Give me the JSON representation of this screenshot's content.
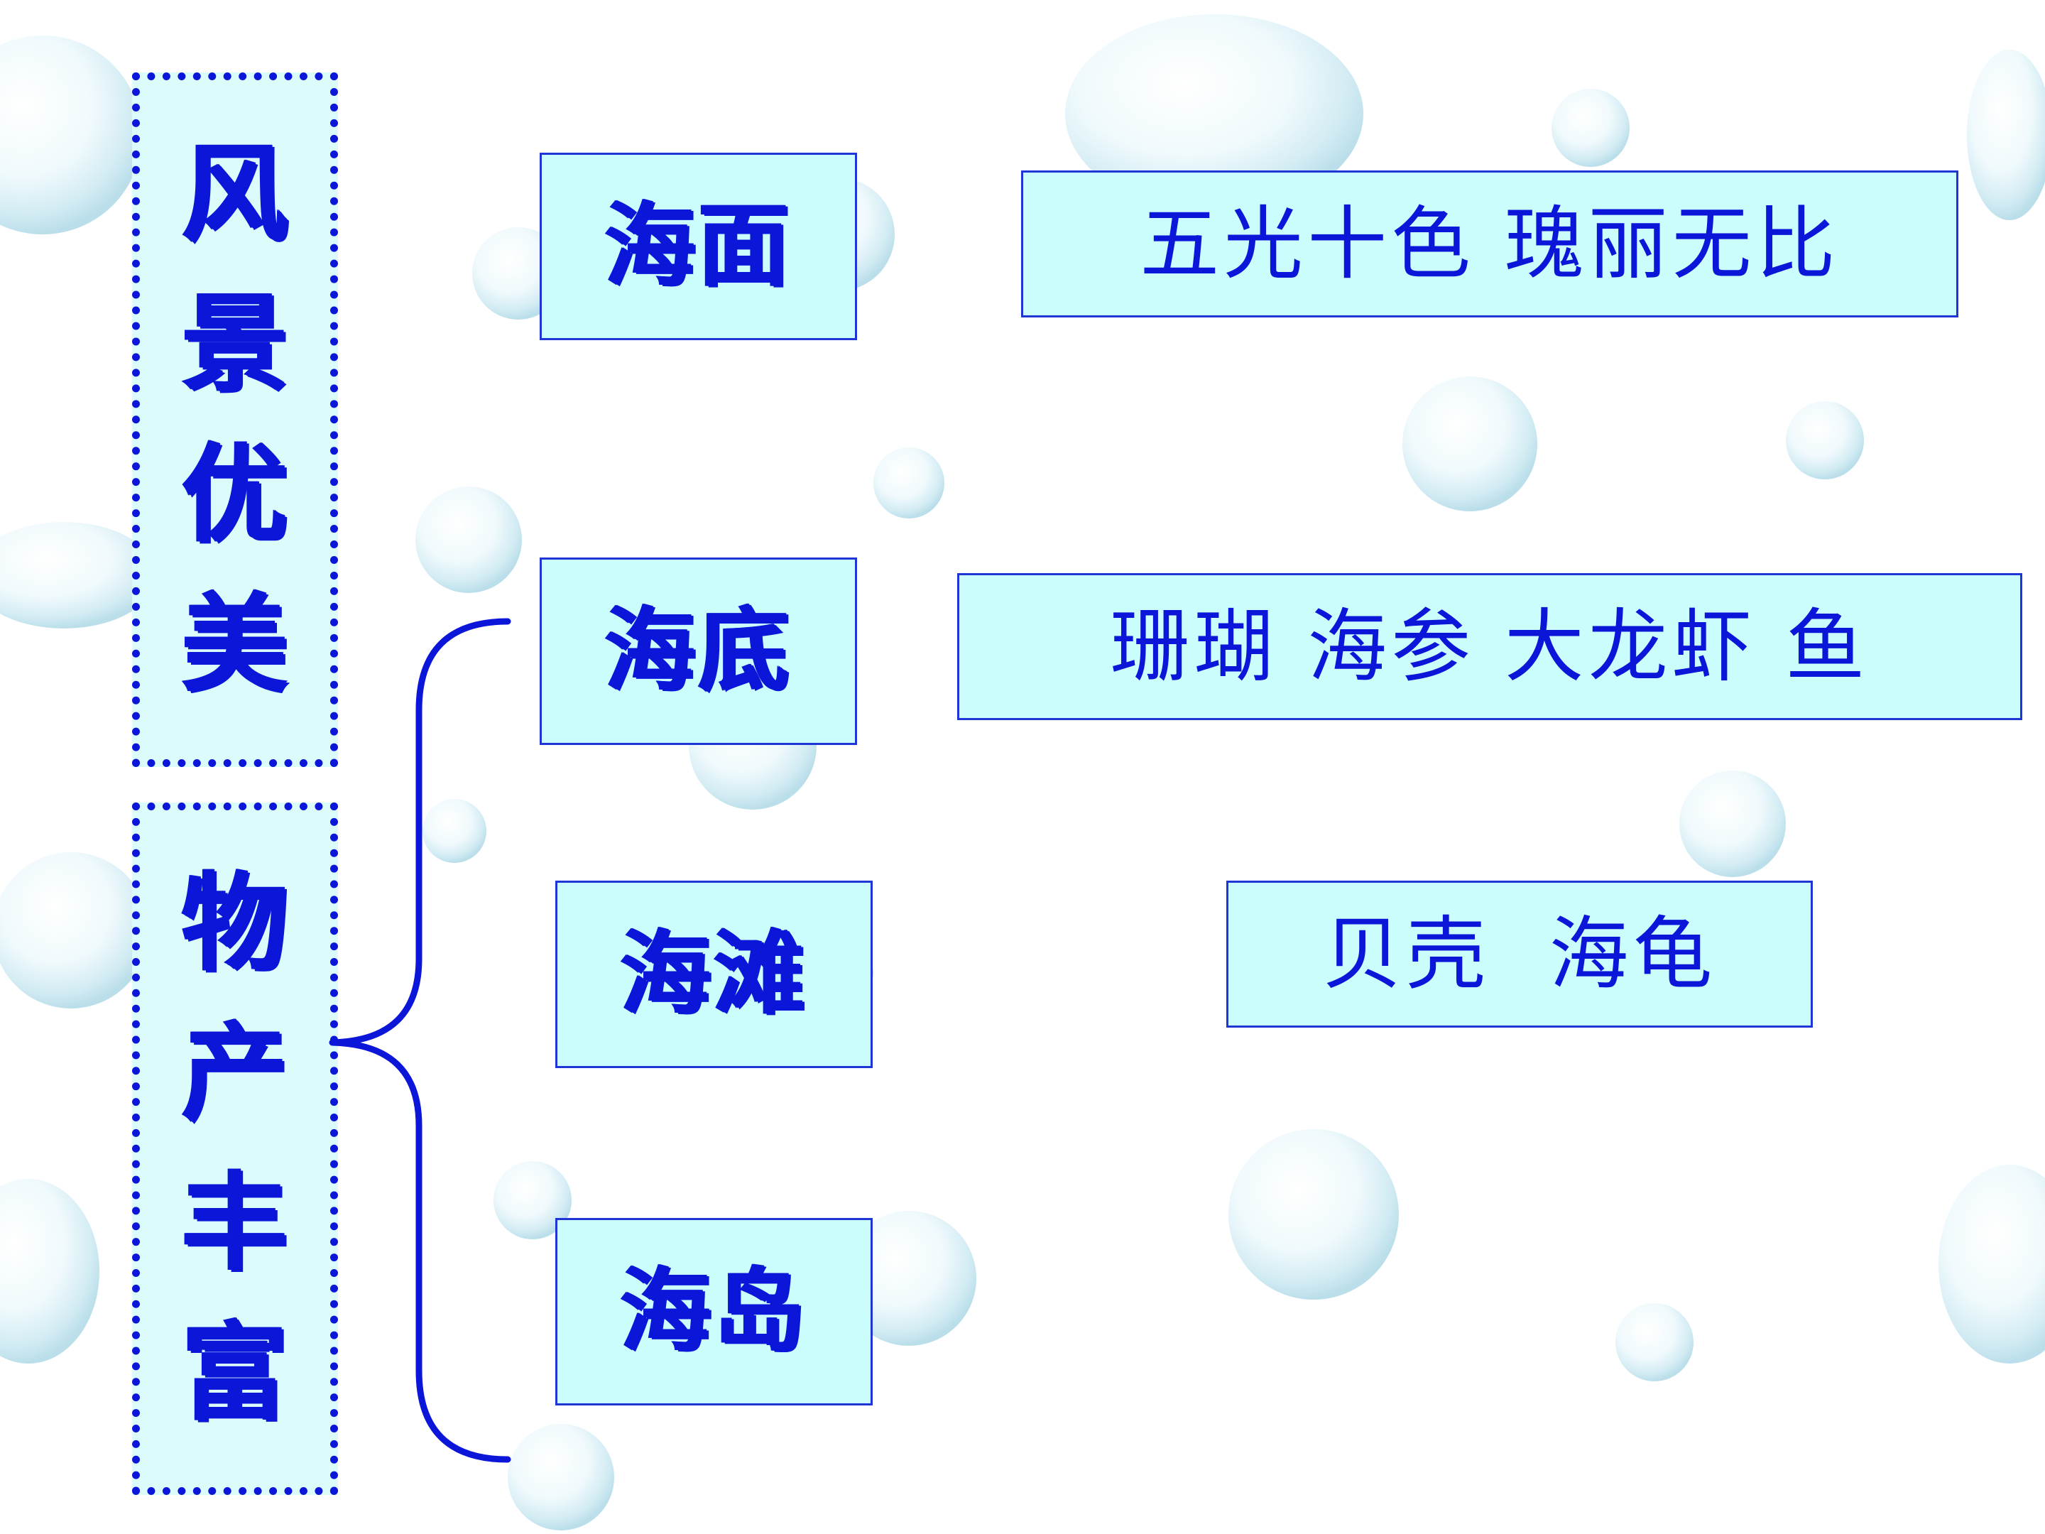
{
  "left_labels": {
    "top": [
      "风",
      "景",
      "优",
      "美"
    ],
    "bottom": [
      "物",
      "产",
      "丰",
      "富"
    ]
  },
  "categories": [
    {
      "label": "海面",
      "description": "五光十色 瑰丽无比"
    },
    {
      "label": "海底",
      "description": "珊瑚 海参 大龙虾 鱼"
    },
    {
      "label": "海滩",
      "description": "贝壳  海龟"
    },
    {
      "label": "海岛",
      "description": ""
    }
  ],
  "colors": {
    "text": "#0b16d8",
    "box_fill": "#ccfdfd",
    "box_border": "#1f35d6",
    "bracket": "#0b16d8"
  }
}
